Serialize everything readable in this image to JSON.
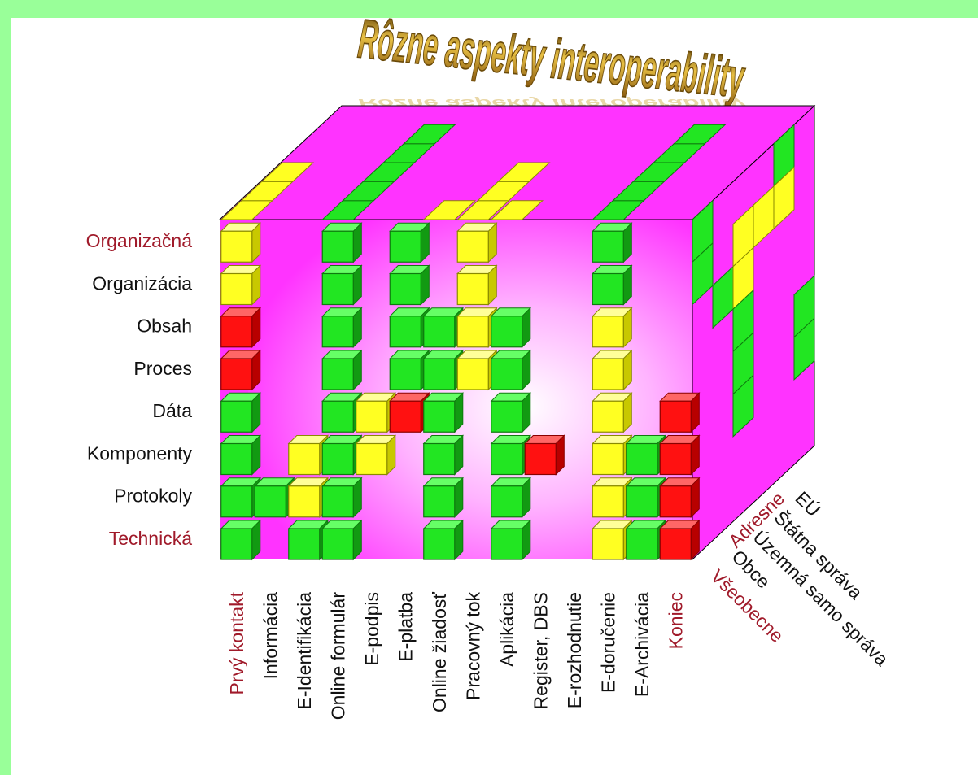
{
  "title": "Rôzne aspekty interoperability",
  "y_axis": {
    "levels": [
      {
        "label": "Organizačná",
        "kind": "group"
      },
      {
        "label": "Organizácia",
        "kind": "item"
      },
      {
        "label": "Obsah",
        "kind": "item"
      },
      {
        "label": "Proces",
        "kind": "item"
      },
      {
        "label": "Dáta",
        "kind": "item"
      },
      {
        "label": "Komponenty",
        "kind": "item"
      },
      {
        "label": "Protokoly",
        "kind": "item"
      },
      {
        "label": "Technická",
        "kind": "group"
      }
    ]
  },
  "x_axis": {
    "columns": [
      {
        "label": "Prvý kontakt",
        "kind": "group"
      },
      {
        "label": "Informácia",
        "kind": "item"
      },
      {
        "label": "E-Identifikácia",
        "kind": "item"
      },
      {
        "label": "Online formulár",
        "kind": "item"
      },
      {
        "label": "E-podpis",
        "kind": "item"
      },
      {
        "label": "E-platba",
        "kind": "item"
      },
      {
        "label": "Online žiadosť",
        "kind": "item"
      },
      {
        "label": "Pracovný tok",
        "kind": "item"
      },
      {
        "label": "Aplikácia",
        "kind": "item"
      },
      {
        "label": "Register, DBS",
        "kind": "item"
      },
      {
        "label": "E-rozhodnutie",
        "kind": "item"
      },
      {
        "label": "E-doručenie",
        "kind": "item"
      },
      {
        "label": "E-Archivácia",
        "kind": "item"
      },
      {
        "label": "Koniec",
        "kind": "group"
      }
    ]
  },
  "z_axis": {
    "levels": [
      {
        "label": "Všeobecne",
        "kind": "group"
      },
      {
        "label": "Obce",
        "kind": "item"
      },
      {
        "label": "Územná samo správa",
        "kind": "item"
      },
      {
        "label": "Štátna správa",
        "kind": "item"
      },
      {
        "label": "EÚ",
        "kind": "item"
      },
      {
        "label": "Adresne",
        "kind": "group"
      }
    ]
  },
  "colors": {
    "background": "#99ff99",
    "cube_walls": "#ff33ff",
    "green": "#22e622",
    "yellow": "#ffff22",
    "red": "#ff1111",
    "group_label": "#a01a2a",
    "item_label": "#111111",
    "title": "#c89a1e"
  },
  "front_columns": [
    {
      "column": "Prvý kontakt",
      "cells": [
        {
          "level": "Organizačná",
          "color": "yellow"
        },
        {
          "level": "Organizácia",
          "color": "yellow"
        },
        {
          "level": "Obsah",
          "color": "red"
        },
        {
          "level": "Proces",
          "color": "red"
        },
        {
          "level": "Dáta",
          "color": "green"
        },
        {
          "level": "Komponenty",
          "color": "green"
        },
        {
          "level": "Protokoly",
          "color": "green"
        },
        {
          "level": "Technická",
          "color": "green"
        }
      ]
    },
    {
      "column": "Informácia",
      "cells": [
        {
          "level": "Protokoly",
          "color": "green"
        }
      ]
    },
    {
      "column": "E-Identifikácia",
      "cells": [
        {
          "level": "Komponenty",
          "color": "yellow"
        },
        {
          "level": "Protokoly",
          "color": "yellow"
        },
        {
          "level": "Technická",
          "color": "green"
        }
      ]
    },
    {
      "column": "Online formulár",
      "cells": [
        {
          "level": "Organizačná",
          "color": "green"
        },
        {
          "level": "Organizácia",
          "color": "green"
        },
        {
          "level": "Obsah",
          "color": "green"
        },
        {
          "level": "Proces",
          "color": "green"
        },
        {
          "level": "Dáta",
          "color": "green"
        },
        {
          "level": "Komponenty",
          "color": "green"
        },
        {
          "level": "Protokoly",
          "color": "green"
        },
        {
          "level": "Technická",
          "color": "green"
        }
      ]
    },
    {
      "column": "E-podpis",
      "cells": [
        {
          "level": "Dáta",
          "color": "yellow"
        },
        {
          "level": "Komponenty",
          "color": "yellow"
        }
      ]
    },
    {
      "column": "E-platba",
      "cells": [
        {
          "level": "Organizačná",
          "color": "green"
        },
        {
          "level": "Organizácia",
          "color": "green"
        },
        {
          "level": "Obsah",
          "color": "green"
        },
        {
          "level": "Proces",
          "color": "green"
        },
        {
          "level": "Dáta",
          "color": "red"
        }
      ]
    },
    {
      "column": "Online žiadosť",
      "cells": [
        {
          "level": "Obsah",
          "color": "green"
        },
        {
          "level": "Proces",
          "color": "green"
        },
        {
          "level": "Dáta",
          "color": "green"
        },
        {
          "level": "Komponenty",
          "color": "green"
        },
        {
          "level": "Protokoly",
          "color": "green"
        },
        {
          "level": "Technická",
          "color": "green"
        }
      ]
    },
    {
      "column": "Pracovný tok",
      "cells": [
        {
          "level": "Organizačná",
          "color": "yellow"
        },
        {
          "level": "Organizácia",
          "color": "yellow"
        },
        {
          "level": "Obsah",
          "color": "yellow"
        },
        {
          "level": "Proces",
          "color": "yellow"
        }
      ]
    },
    {
      "column": "Aplikácia",
      "cells": [
        {
          "level": "Obsah",
          "color": "green"
        },
        {
          "level": "Proces",
          "color": "green"
        },
        {
          "level": "Dáta",
          "color": "green"
        },
        {
          "level": "Komponenty",
          "color": "green"
        },
        {
          "level": "Protokoly",
          "color": "green"
        },
        {
          "level": "Technická",
          "color": "green"
        }
      ]
    },
    {
      "column": "Register, DBS",
      "cells": [
        {
          "level": "Komponenty",
          "color": "red"
        }
      ]
    },
    {
      "column": "E-doručenie",
      "cells": [
        {
          "level": "Organizačná",
          "color": "green"
        },
        {
          "level": "Organizácia",
          "color": "green"
        },
        {
          "level": "Obsah",
          "color": "yellow"
        },
        {
          "level": "Proces",
          "color": "yellow"
        },
        {
          "level": "Dáta",
          "color": "yellow"
        },
        {
          "level": "Komponenty",
          "color": "yellow"
        },
        {
          "level": "Protokoly",
          "color": "yellow"
        },
        {
          "level": "Technická",
          "color": "yellow"
        }
      ]
    },
    {
      "column": "E-Archivácia",
      "cells": [
        {
          "level": "Komponenty",
          "color": "green"
        },
        {
          "level": "Protokoly",
          "color": "green"
        },
        {
          "level": "Technická",
          "color": "green"
        }
      ]
    },
    {
      "column": "Koniec",
      "cells": [
        {
          "level": "Dáta",
          "color": "red"
        },
        {
          "level": "Komponenty",
          "color": "red"
        },
        {
          "level": "Protokoly",
          "color": "red"
        },
        {
          "level": "Technická",
          "color": "red"
        }
      ]
    }
  ],
  "top_strips": [
    {
      "column": "Prvý kontakt",
      "color": "yellow",
      "depth_cells": 3
    },
    {
      "column": "Online formulár",
      "color": "green",
      "depth_cells": 5
    },
    {
      "column": "Online žiadosť",
      "color": "yellow",
      "depth_cells": 1
    },
    {
      "column": "Pracovný tok",
      "color": "yellow",
      "depth_cells": 3
    },
    {
      "column": "Aplikácia",
      "color": "yellow",
      "depth_cells": 1
    },
    {
      "column": "E-doručenie",
      "color": "green",
      "depth_cells": 5
    }
  ],
  "side_cells": [
    {
      "depth": "Všeobecne",
      "level": "Organizačná",
      "color": "green"
    },
    {
      "depth": "Všeobecne",
      "level": "Organizácia",
      "color": "green"
    },
    {
      "depth": "Obce",
      "level": "Obsah",
      "color": "green"
    },
    {
      "depth": "Územná samo správa",
      "level": "Organizácia",
      "color": "yellow"
    },
    {
      "depth": "Územná samo správa",
      "level": "Obsah",
      "color": "yellow"
    },
    {
      "depth": "Územná samo správa",
      "level": "Proces",
      "color": "green"
    },
    {
      "depth": "Územná samo správa",
      "level": "Dáta",
      "color": "green"
    },
    {
      "depth": "Územná samo správa",
      "level": "Komponenty",
      "color": "green"
    },
    {
      "depth": "Štátna správa",
      "level": "Organizácia",
      "color": "yellow"
    },
    {
      "depth": "EÚ",
      "level": "Organizačná",
      "color": "green"
    },
    {
      "depth": "EÚ",
      "level": "Organizácia",
      "color": "yellow"
    },
    {
      "depth": "Adresne",
      "level": "Dáta",
      "color": "green"
    },
    {
      "depth": "Adresne",
      "level": "Komponenty",
      "color": "green"
    }
  ]
}
